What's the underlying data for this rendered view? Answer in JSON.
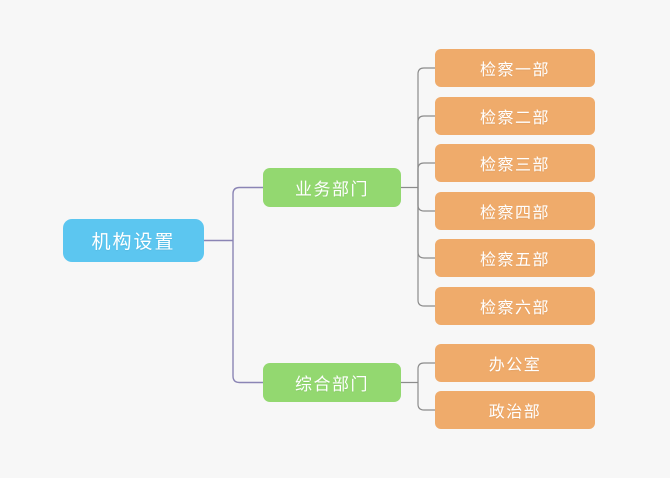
{
  "diagram": {
    "title": "机构设置",
    "type": "mindmap-org-chart",
    "background_color": "#f7f7f7",
    "colors": {
      "root": "#5cc6f0",
      "branch": "#93d870",
      "leaf": "#efab6b",
      "text": "#ffffff",
      "connector_primary": "#8b85b5",
      "connector_secondary": "#8c8c8c"
    },
    "root": {
      "label": "机构设置"
    },
    "branches": [
      {
        "label": "业务部门",
        "children": [
          {
            "label": "检察一部"
          },
          {
            "label": "检察二部"
          },
          {
            "label": "检察三部"
          },
          {
            "label": "检察四部"
          },
          {
            "label": "检察五部"
          },
          {
            "label": "检察六部"
          }
        ]
      },
      {
        "label": "综合部门",
        "children": [
          {
            "label": "办公室"
          },
          {
            "label": "政治部"
          }
        ]
      }
    ]
  }
}
